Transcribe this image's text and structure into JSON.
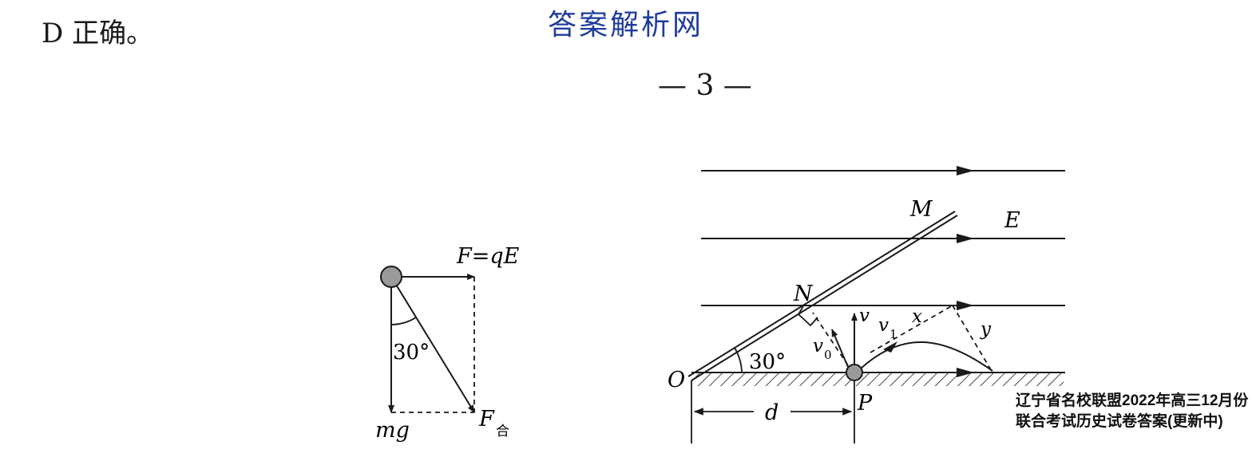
{
  "top_text": {
    "line": "D 正确。"
  },
  "watermark": {
    "text": "答案解析网"
  },
  "page_number": {
    "text": "— 3 —"
  },
  "figure_left": {
    "label_F": "F=qE",
    "label_angle": "30°",
    "label_mg": "mg",
    "label_Fhe_main": "F",
    "label_Fhe_sub": "合"
  },
  "figure_right": {
    "label_M": "M",
    "label_E": "E",
    "label_N": "N",
    "label_v": "v",
    "label_v1_main": "v",
    "label_v1_sub": "1",
    "label_v0_main": "v",
    "label_v0_sub": "0",
    "label_x": "x",
    "label_y": "y",
    "label_angle": "30°",
    "label_O": "O",
    "label_P": "P",
    "label_d": "d"
  },
  "caption": {
    "text": "辽宁省名校联盟2022年高三12月份联合考试历史试卷答案(更新中)"
  }
}
